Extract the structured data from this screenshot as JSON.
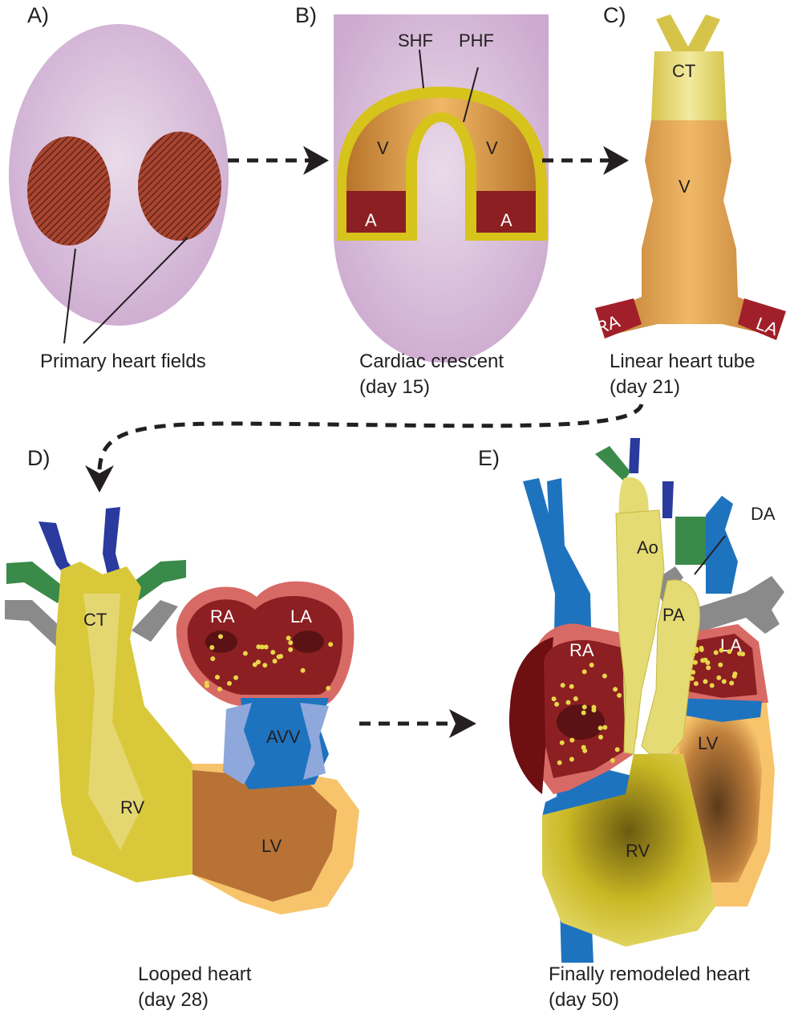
{
  "panels": {
    "a": {
      "letter": "A)",
      "caption": "Primary heart fields"
    },
    "b": {
      "letter": "B)",
      "caption_line1": "Cardiac crescent",
      "caption_line2": "(day 15)",
      "shf": "SHF",
      "phf": "PHF",
      "v": "V",
      "a": "A"
    },
    "c": {
      "letter": "C)",
      "caption_line1": "Linear heart tube",
      "caption_line2": "(day 21)",
      "ct": "CT",
      "v": "V",
      "ra": "RA",
      "la": "LA"
    },
    "d": {
      "letter": "D)",
      "caption_line1": "Looped heart",
      "caption_line2": "(day 28)",
      "ct": "CT",
      "ra": "RA",
      "la": "LA",
      "avv": "AVV",
      "rv": "RV",
      "lv": "LV"
    },
    "e": {
      "letter": "E)",
      "caption_line1": "Finally remodeled heart",
      "caption_line2": "(day 50)",
      "ao": "Ao",
      "da": "DA",
      "pa": "PA",
      "ra": "RA",
      "la": "LA",
      "lv": "LV",
      "rv": "RV"
    }
  },
  "colors": {
    "embryo": "#d3b4d6",
    "heart_field": "#a8442f",
    "atrium": "#8c1f22",
    "ventricle": "#c8873a",
    "second_field": "#d6c31c",
    "outflow_yellow": "#e4db74",
    "vein_blue": "#1e73be",
    "artery_navy": "#2b3a9e",
    "vessel_green": "#3a8a4a",
    "vessel_grey": "#8a8a8a",
    "lv_orange": "#f7c46c"
  }
}
